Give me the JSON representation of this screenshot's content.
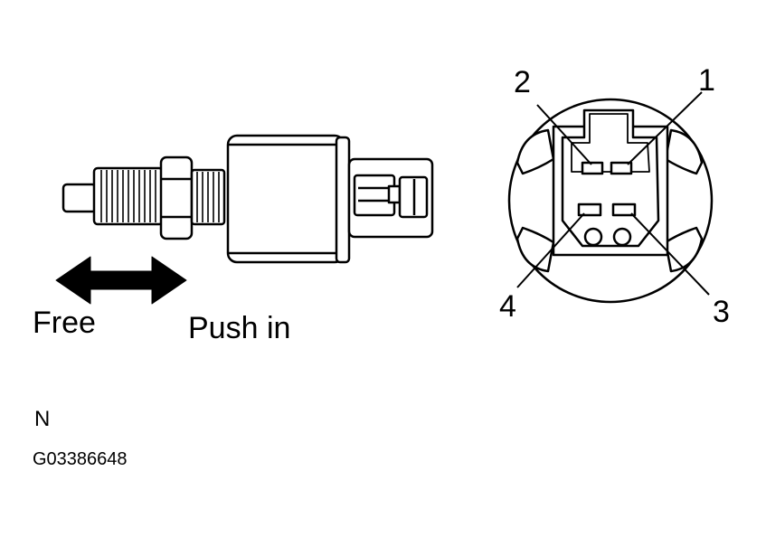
{
  "labels": {
    "free": "Free",
    "push_in": "Push in",
    "view_letter": "N",
    "figure_code": "G03386648"
  },
  "connector": {
    "pins": [
      "1",
      "2",
      "3",
      "4"
    ]
  },
  "colors": {
    "ink": "#000000",
    "background": "#ffffff"
  },
  "icons": [
    "double-arrow-icon",
    "stop-lamp-switch",
    "connector-face"
  ]
}
